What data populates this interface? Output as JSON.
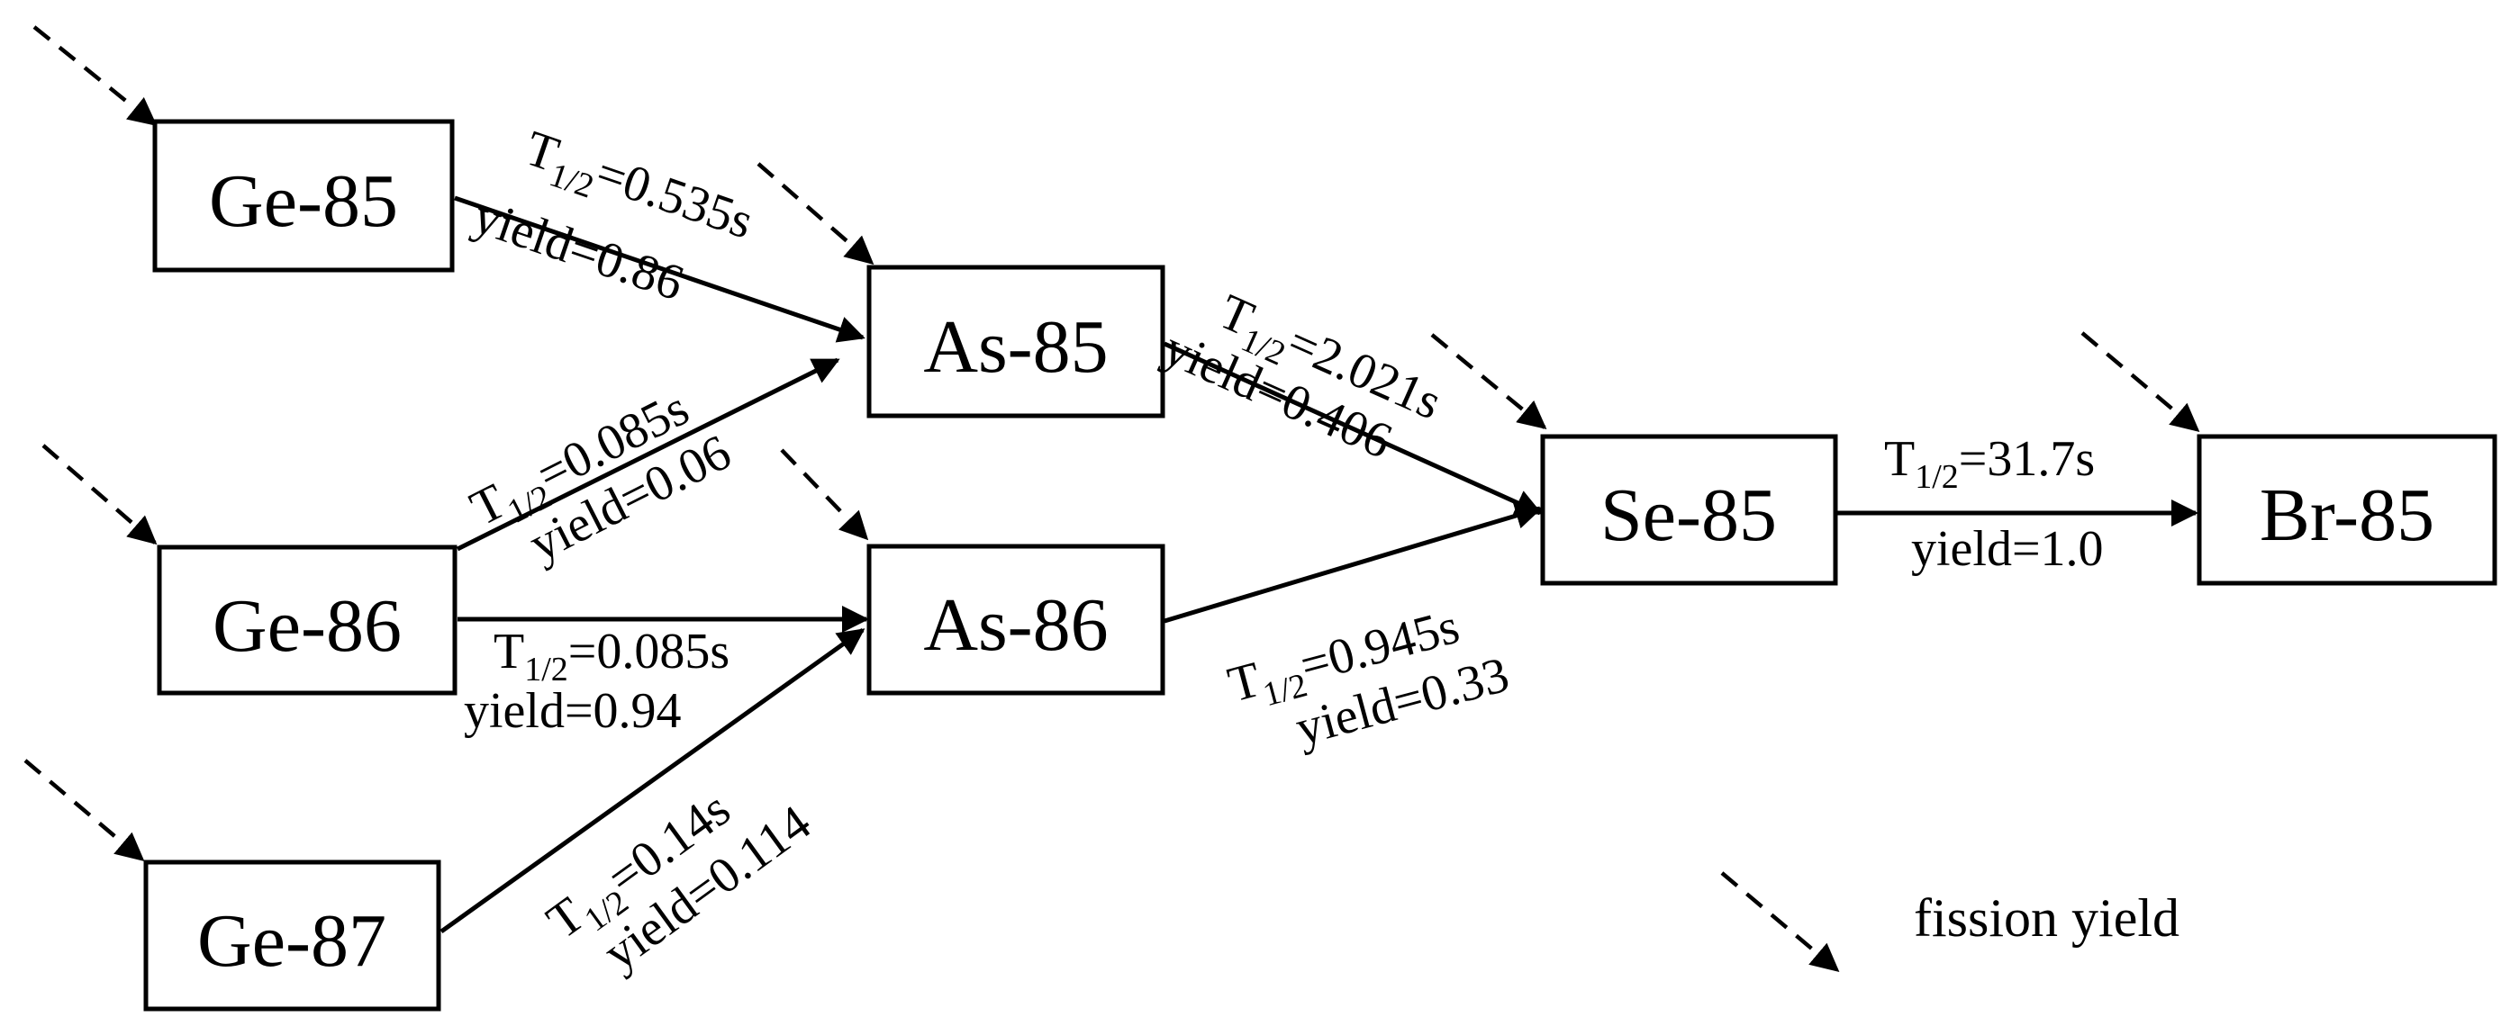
{
  "colors": {
    "stroke": "#000000",
    "background": "#ffffff"
  },
  "nodes": {
    "ge85": "Ge-85",
    "ge86": "Ge-86",
    "ge87": "Ge-87",
    "as85": "As-85",
    "as86": "As-86",
    "se85": "Se-85",
    "br85": "Br-85"
  },
  "edges": {
    "ge85_as85": {
      "t_prefix": "T",
      "t_sub": "1/2",
      "t_value": "=0.535s",
      "yield": "yield=0.86"
    },
    "ge86_as85": {
      "t_prefix": "T",
      "t_sub": "1/2",
      "t_value": "=0.085s",
      "yield": "yield=0.06"
    },
    "ge86_as86": {
      "t_prefix": "T",
      "t_sub": "1/2",
      "t_value": "=0.085s",
      "yield": "yield=0.94"
    },
    "ge87_as86": {
      "t_prefix": "T",
      "t_sub": "1/2",
      "t_value": "=0.14s",
      "yield": "yield=0.114"
    },
    "as85_se85": {
      "t_prefix": "T",
      "t_sub": "1/2",
      "t_value": "=2.021s",
      "yield": "yield=0.406"
    },
    "as86_se85": {
      "t_prefix": "T",
      "t_sub": "1/2",
      "t_value": "=0.945s",
      "yield": "yield=0.33"
    },
    "se85_br85": {
      "t_prefix": "T",
      "t_sub": "1/2",
      "t_value": "=31.7s",
      "yield": "yield=1.0"
    }
  },
  "legend": {
    "label": "fission yield"
  }
}
